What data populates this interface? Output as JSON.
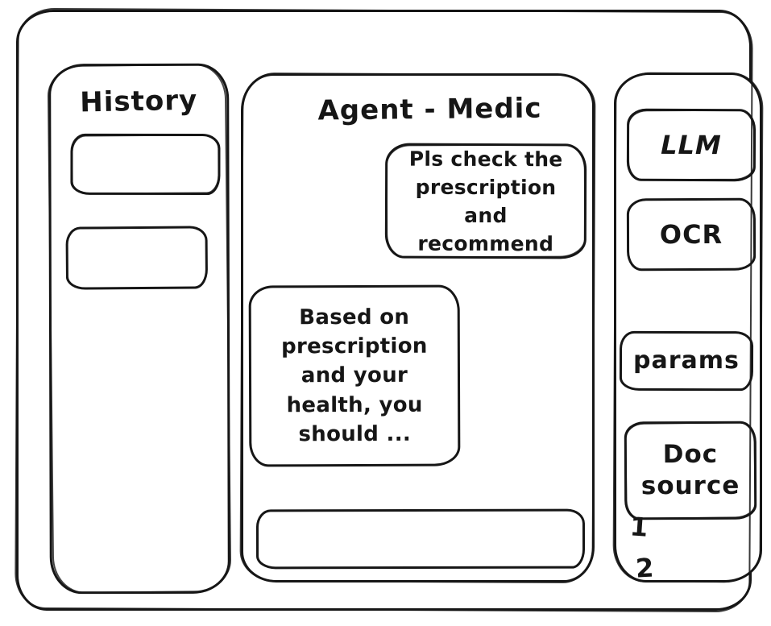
{
  "window": {
    "stroke_color": "#161616",
    "background_color": "#ffffff"
  },
  "history_panel": {
    "title": "History",
    "items": [
      {
        "label": ""
      },
      {
        "label": ""
      }
    ]
  },
  "chat_panel": {
    "title": "Agent - Medic",
    "messages": [
      {
        "role": "user",
        "text": "Pls check the prescription and recommend"
      },
      {
        "role": "assistant",
        "text": "Based on prescription and your health, you should ..."
      }
    ],
    "input": {
      "value": "",
      "placeholder": ""
    }
  },
  "tools_panel": {
    "buttons": [
      {
        "label": "LLM"
      },
      {
        "label": "OCR"
      },
      {
        "label": "params"
      },
      {
        "label": "Doc source"
      }
    ],
    "doc_sources": [
      "1",
      "2"
    ]
  }
}
